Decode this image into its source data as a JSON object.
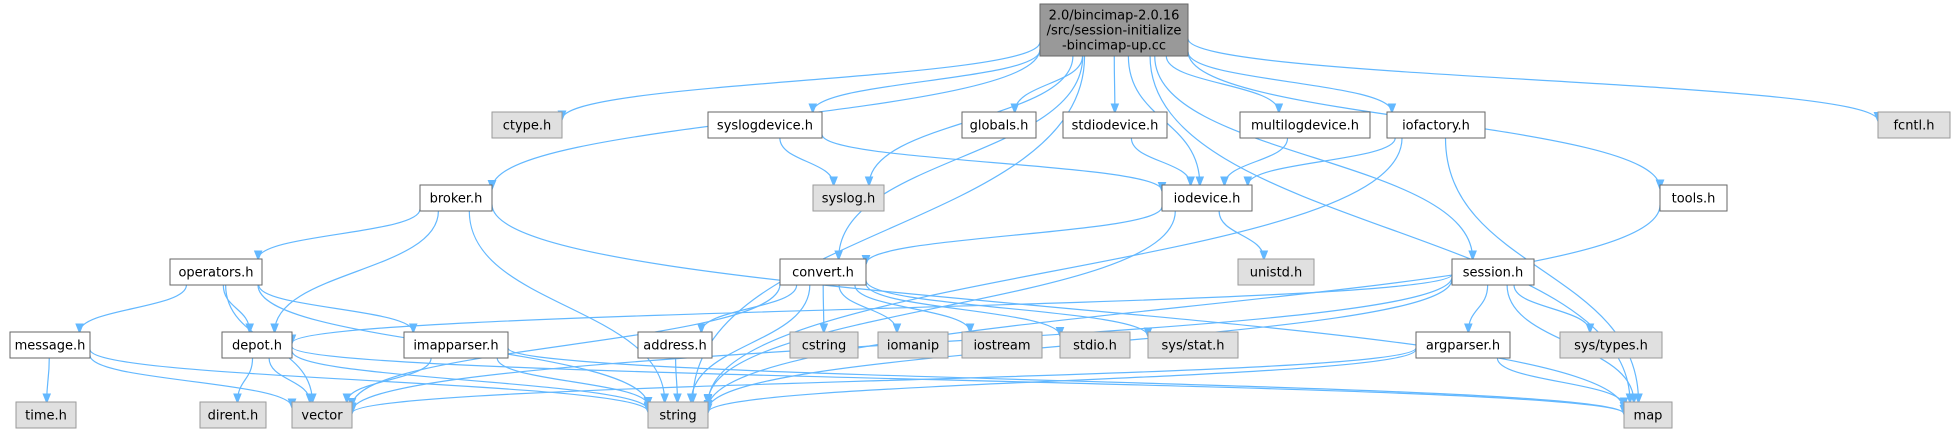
{
  "colors": {
    "edge": "#63b8ff",
    "root_fill": "#999999",
    "project_header_fill": "#ffffff",
    "system_header_fill": "#e0e0e0",
    "border": "#666666"
  },
  "nodes": [
    {
      "id": "root",
      "label": [
        "2.0/bincimap-2.0.16",
        "/src/session-initialize",
        "-bincimap-up.cc"
      ],
      "kind": "root"
    },
    {
      "id": "ctype",
      "label": [
        "ctype.h"
      ],
      "kind": "system"
    },
    {
      "id": "syslogdevice",
      "label": [
        "syslogdevice.h"
      ],
      "kind": "default"
    },
    {
      "id": "globals",
      "label": [
        "globals.h"
      ],
      "kind": "default"
    },
    {
      "id": "stdiodevice",
      "label": [
        "stdiodevice.h"
      ],
      "kind": "default"
    },
    {
      "id": "multilogdevice",
      "label": [
        "multilogdevice.h"
      ],
      "kind": "default"
    },
    {
      "id": "iofactory",
      "label": [
        "iofactory.h"
      ],
      "kind": "default"
    },
    {
      "id": "fcntl",
      "label": [
        "fcntl.h"
      ],
      "kind": "system"
    },
    {
      "id": "syslog",
      "label": [
        "syslog.h"
      ],
      "kind": "system"
    },
    {
      "id": "broker",
      "label": [
        "broker.h"
      ],
      "kind": "default"
    },
    {
      "id": "iodevice",
      "label": [
        "iodevice.h"
      ],
      "kind": "default"
    },
    {
      "id": "tools",
      "label": [
        "tools.h"
      ],
      "kind": "default"
    },
    {
      "id": "unistd",
      "label": [
        "unistd.h"
      ],
      "kind": "system"
    },
    {
      "id": "operators",
      "label": [
        "operators.h"
      ],
      "kind": "default"
    },
    {
      "id": "convert",
      "label": [
        "convert.h"
      ],
      "kind": "default"
    },
    {
      "id": "session",
      "label": [
        "session.h"
      ],
      "kind": "default"
    },
    {
      "id": "message",
      "label": [
        "message.h"
      ],
      "kind": "default"
    },
    {
      "id": "depot",
      "label": [
        "depot.h"
      ],
      "kind": "default"
    },
    {
      "id": "imapparser",
      "label": [
        "imapparser.h"
      ],
      "kind": "default"
    },
    {
      "id": "address",
      "label": [
        "address.h"
      ],
      "kind": "default"
    },
    {
      "id": "cstring",
      "label": [
        "cstring"
      ],
      "kind": "system"
    },
    {
      "id": "iomanip",
      "label": [
        "iomanip"
      ],
      "kind": "system"
    },
    {
      "id": "iostream",
      "label": [
        "iostream"
      ],
      "kind": "system"
    },
    {
      "id": "stdio",
      "label": [
        "stdio.h"
      ],
      "kind": "system"
    },
    {
      "id": "sysstat",
      "label": [
        "sys/stat.h"
      ],
      "kind": "system"
    },
    {
      "id": "argparser",
      "label": [
        "argparser.h"
      ],
      "kind": "default"
    },
    {
      "id": "systypes",
      "label": [
        "sys/types.h"
      ],
      "kind": "system"
    },
    {
      "id": "time",
      "label": [
        "time.h"
      ],
      "kind": "system"
    },
    {
      "id": "dirent",
      "label": [
        "dirent.h"
      ],
      "kind": "system"
    },
    {
      "id": "vector",
      "label": [
        "vector"
      ],
      "kind": "system"
    },
    {
      "id": "string",
      "label": [
        "string"
      ],
      "kind": "system"
    },
    {
      "id": "map",
      "label": [
        "map"
      ],
      "kind": "system"
    }
  ],
  "edges": [
    [
      "root",
      "ctype"
    ],
    [
      "root",
      "syslogdevice"
    ],
    [
      "root",
      "globals"
    ],
    [
      "root",
      "stdiodevice"
    ],
    [
      "root",
      "multilogdevice"
    ],
    [
      "root",
      "iofactory"
    ],
    [
      "root",
      "fcntl"
    ],
    [
      "root",
      "syslog"
    ],
    [
      "root",
      "broker"
    ],
    [
      "root",
      "iodevice"
    ],
    [
      "root",
      "tools"
    ],
    [
      "root",
      "convert"
    ],
    [
      "root",
      "session"
    ],
    [
      "root",
      "string"
    ],
    [
      "root",
      "map"
    ],
    [
      "syslogdevice",
      "syslog"
    ],
    [
      "syslogdevice",
      "iodevice"
    ],
    [
      "stdiodevice",
      "iodevice"
    ],
    [
      "multilogdevice",
      "iodevice"
    ],
    [
      "iofactory",
      "iodevice"
    ],
    [
      "iofactory",
      "map"
    ],
    [
      "iofactory",
      "string"
    ],
    [
      "iodevice",
      "convert"
    ],
    [
      "iodevice",
      "unistd"
    ],
    [
      "iodevice",
      "string"
    ],
    [
      "tools",
      "string"
    ],
    [
      "broker",
      "operators"
    ],
    [
      "broker",
      "depot"
    ],
    [
      "broker",
      "string"
    ],
    [
      "broker",
      "map"
    ],
    [
      "operators",
      "message"
    ],
    [
      "operators",
      "depot"
    ],
    [
      "operators",
      "imapparser"
    ],
    [
      "operators",
      "vector"
    ],
    [
      "operators",
      "string"
    ],
    [
      "convert",
      "address"
    ],
    [
      "convert",
      "cstring"
    ],
    [
      "convert",
      "iomanip"
    ],
    [
      "convert",
      "iostream"
    ],
    [
      "convert",
      "stdio"
    ],
    [
      "convert",
      "sysstat"
    ],
    [
      "convert",
      "string"
    ],
    [
      "convert",
      "vector"
    ],
    [
      "session",
      "argparser"
    ],
    [
      "session",
      "systypes"
    ],
    [
      "session",
      "map"
    ],
    [
      "session",
      "string"
    ],
    [
      "session",
      "depot"
    ],
    [
      "session",
      "vector"
    ],
    [
      "message",
      "time"
    ],
    [
      "message",
      "vector"
    ],
    [
      "message",
      "string"
    ],
    [
      "depot",
      "dirent"
    ],
    [
      "depot",
      "vector"
    ],
    [
      "depot",
      "string"
    ],
    [
      "depot",
      "map"
    ],
    [
      "imapparser",
      "vector"
    ],
    [
      "imapparser",
      "string"
    ],
    [
      "imapparser",
      "map"
    ],
    [
      "address",
      "string"
    ],
    [
      "argparser",
      "map"
    ],
    [
      "argparser",
      "string"
    ],
    [
      "argparser",
      "vector"
    ]
  ]
}
